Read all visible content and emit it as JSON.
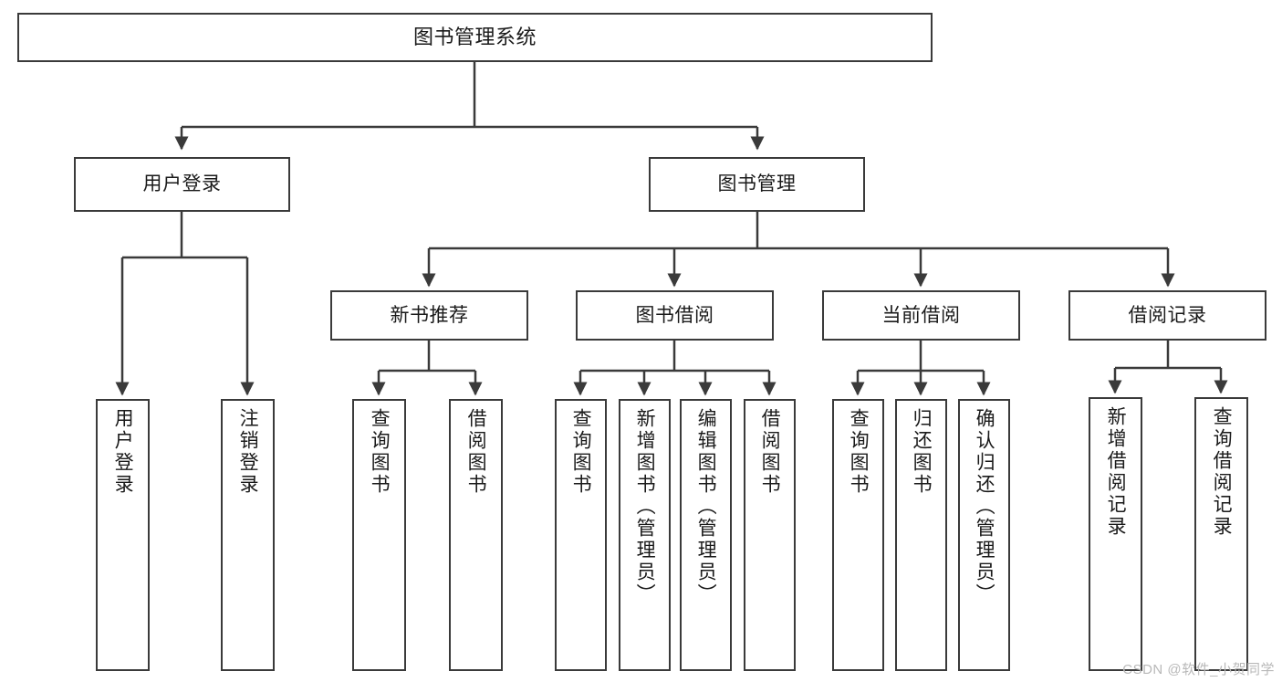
{
  "diagram": {
    "title": "图书管理系统",
    "watermark": "CSDN @软件_小贺同学",
    "colors": {
      "stroke": "#3a3a3a",
      "fill": "#ffffff",
      "text": "#1a1a1a",
      "watermark": "#b8b8b8"
    },
    "root": {
      "label": "图书管理系统"
    },
    "level1": [
      {
        "label": "用户登录"
      },
      {
        "label": "图书管理"
      }
    ],
    "level2": [
      {
        "label": "新书推荐"
      },
      {
        "label": "图书借阅"
      },
      {
        "label": "当前借阅"
      },
      {
        "label": "借阅记录"
      }
    ],
    "leaves": {
      "user_login": [
        {
          "label": "用户登录"
        },
        {
          "label": "注销登录"
        }
      ],
      "new_book_recommend": [
        {
          "label": "查询图书"
        },
        {
          "label": "借阅图书"
        }
      ],
      "book_borrow": [
        {
          "label": "查询图书"
        },
        {
          "label": "新增图书（管理员）"
        },
        {
          "label": "编辑图书（管理员）"
        },
        {
          "label": "借阅图书"
        }
      ],
      "current_borrow": [
        {
          "label": "查询图书"
        },
        {
          "label": "归还图书"
        },
        {
          "label": "确认归还（管理员）"
        }
      ],
      "borrow_record": [
        {
          "label": "新增借阅记录"
        },
        {
          "label": "查询借阅记录"
        }
      ]
    }
  }
}
